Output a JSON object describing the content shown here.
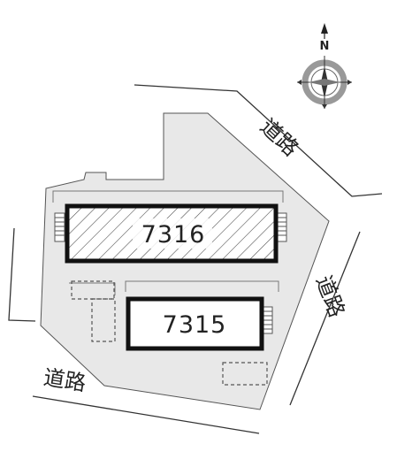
{
  "compass": {
    "north_label": "N",
    "icon": "compass-rose-icon"
  },
  "buildings": [
    {
      "id": "7316",
      "label": "7316",
      "hatched": true
    },
    {
      "id": "7315",
      "label": "7315",
      "hatched": false
    }
  ],
  "roads": [
    {
      "id": "road-northeast",
      "label": "道路"
    },
    {
      "id": "road-east",
      "label": "道路"
    },
    {
      "id": "road-southwest",
      "label": "道路"
    }
  ],
  "colors": {
    "lot_fill": "#e8e8e8",
    "road_line": "#333333",
    "building_border": "#111111",
    "parking_dash": "#555555"
  }
}
